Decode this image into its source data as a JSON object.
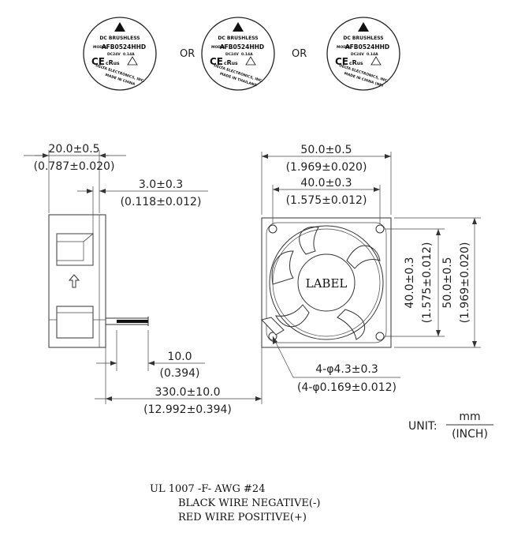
{
  "badges": [
    {
      "line1": "DC BRUSHLESS",
      "model_tag": "MODEL",
      "model": "AFB0524HHD",
      "volt": "DC24V",
      "amp": "0.14A",
      "maker": "DELTA ELECTRONICS, INC.",
      "origin": "MADE IN CHINA"
    },
    {
      "line1": "DC BRUSHLESS",
      "model_tag": "MODEL",
      "model": "AFB0524HHD",
      "volt": "DC24V",
      "amp": "0.14A",
      "maker": "DELTA ELECTRONICS, INC.",
      "origin": "MADE IN THAILAND"
    },
    {
      "line1": "DC BRUSHLESS",
      "model_tag": "MODEL",
      "model": "AFB0524HHD",
      "volt": "DC24V",
      "amp": "0.14A",
      "maker": "DELTA ELECTRONICS, INC.",
      "origin": "MADE IN CHINA (NP)"
    }
  ],
  "or_text": [
    "OR",
    "OR"
  ],
  "dims": {
    "depth_mm": "20.0±0.5",
    "depth_in": "(0.787±0.020)",
    "offset_mm": "3.0±0.3",
    "offset_in": "(0.118±0.012)",
    "width_mm": "50.0±0.5",
    "width_in": "(1.969±0.020)",
    "hole_mm": "40.0±0.3",
    "hole_in": "(1.575±0.012)",
    "hole_v_mm": "40.0±0.3",
    "hole_v_in": "(1.575±0.012)",
    "height_mm": "50.0±0.5",
    "height_in": "(1.969±0.020)",
    "strip_mm": "10.0",
    "strip_in": "(0.394)",
    "lead_mm": "330.0±10.0",
    "lead_in": "(12.992±0.394)",
    "holes_mm": "4-φ4.3±0.3",
    "holes_in": "(4-φ0.169±0.012)"
  },
  "label_text": "LABEL",
  "unit": {
    "prefix": "UNIT:",
    "top": "mm",
    "bottom": "(INCH)"
  },
  "notes": [
    "UL 1007 -F- AWG #24",
    "BLACK WIRE NEGATIVE(-)",
    "RED WIRE POSITIVE(+)"
  ]
}
